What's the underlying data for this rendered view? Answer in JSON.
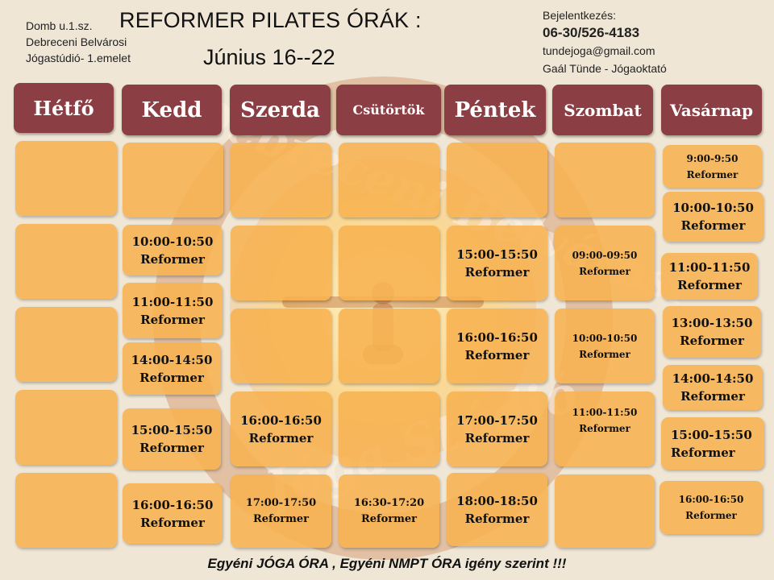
{
  "address": {
    "line1": "Domb u.1.sz.",
    "line2": "Debreceni Belvárosi",
    "line3": "Jógastúdió- 1.emelet"
  },
  "title": "REFORMER PILATES ÓRÁK :",
  "subtitle": "Június 16--22",
  "contact": {
    "label": "Bejelentkezés:",
    "phone": "06-30/526-4183",
    "email": "tundejoga@gmail.com",
    "name": "Gaál Tünde - Jógaoktató"
  },
  "watermark": {
    "top": "Debreceni Belvárosi",
    "bottom": "Jóga Stúdió"
  },
  "days": [
    "Hétfő",
    "Kedd",
    "Szerda",
    "Csütörtök",
    "Péntek",
    "Szombat",
    "Vasárnap"
  ],
  "class_name": "Reformer",
  "slots": {
    "kedd": [
      "10:00-10:50",
      "11:00-11:50",
      "14:00-14:50",
      "15:00-15:50",
      "16:00-16:50"
    ],
    "szerda": [
      "16:00-16:50",
      "17:00-17:50"
    ],
    "csutortok": [
      "16:30-17:20"
    ],
    "pentek": [
      "15:00-15:50",
      "16:00-16:50",
      "17:00-17:50",
      "18:00-18:50"
    ],
    "szombat": [
      "09:00-09:50",
      "10:00-10:50",
      "11:00-11:50"
    ],
    "vasarnap": [
      "9:00-9:50",
      "10:00-10:50",
      "11:00-11:50",
      "13:00-13:50",
      "14:00-14:50",
      "15:00-15:50",
      "16:00-16:50"
    ]
  },
  "footer": "Egyéni  JÓGA ÓRA , Egyéni NMPT  ÓRA igény szerint !!!",
  "colors": {
    "day_header": "#8b3f44",
    "slot_box": "#f7b250",
    "background": "#efe6d6"
  }
}
